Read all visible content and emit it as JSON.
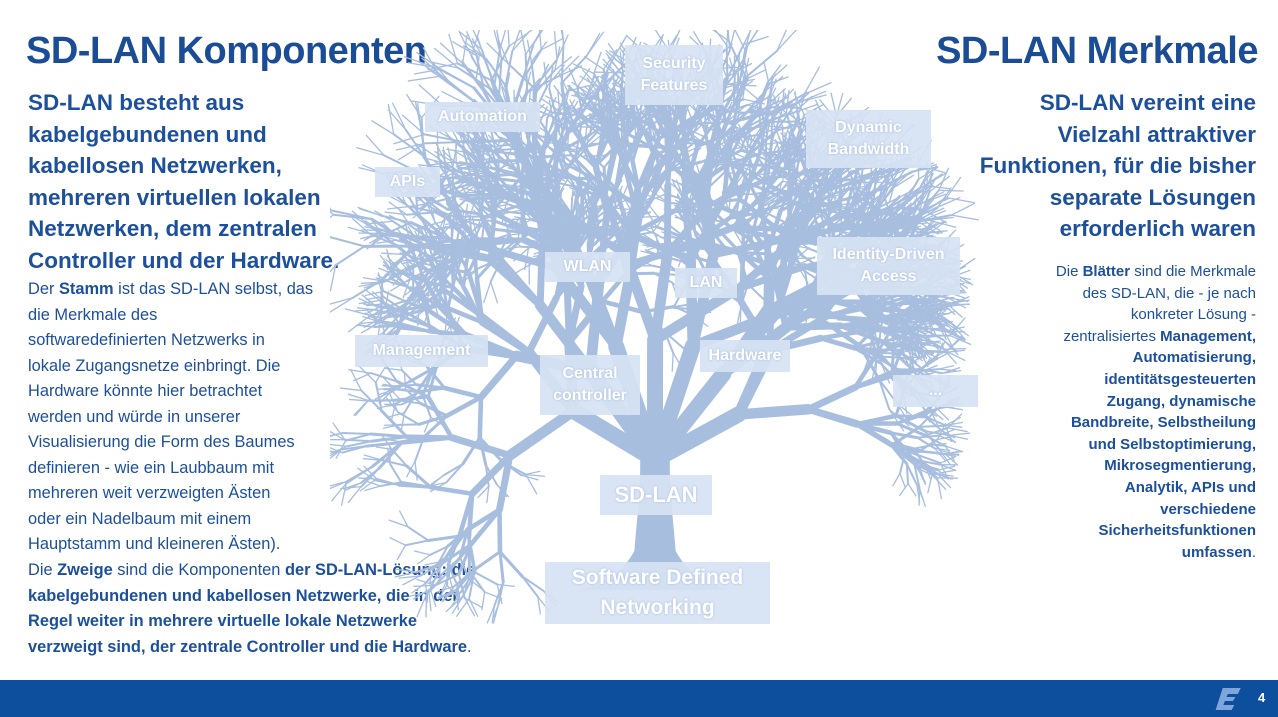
{
  "left": {
    "title": "SD-LAN Komponenten",
    "lead_lines": [
      "SD-LAN besteht aus",
      "kabelgebundenen und",
      "kabellosen Netzwerken,",
      "mehreren virtuellen lokalen",
      "Netzwerken, dem zentralen",
      "Controller und der Hardware."
    ],
    "para1_lines": [
      [
        {
          "t": "Der "
        },
        {
          "t": "Stamm",
          "b": true
        },
        {
          "t": " ist das SD-LAN selbst, das"
        }
      ],
      [
        {
          "t": "die Merkmale des"
        }
      ],
      [
        {
          "t": "softwaredefinierten  Netzwerks in"
        }
      ],
      [
        {
          "t": "lokale Zugangsnetze einbringt. Die"
        }
      ],
      [
        {
          "t": "Hardware könnte hier betrachtet"
        }
      ],
      [
        {
          "t": "werden und würde in unserer"
        }
      ],
      [
        {
          "t": "Visualisierung die Form des Baumes"
        }
      ],
      [
        {
          "t": "definieren - wie ein Laubbaum mit"
        }
      ],
      [
        {
          "t": "mehreren weit verzweigten Ästen"
        }
      ],
      [
        {
          "t": "oder ein Nadelbaum mit einem"
        }
      ],
      [
        {
          "t": "Hauptstamm und kleineren Ästen)."
        }
      ]
    ],
    "para2_lines": [
      [
        {
          "t": "Die "
        },
        {
          "t": "Zweige",
          "b": true
        },
        {
          "t": " sind die Komponenten "
        },
        {
          "t": "der SD-LAN-Lösung: die",
          "b": true
        }
      ],
      [
        {
          "t": "kabelgebundenen und kabellosen Netzwerke, die in der",
          "b": true
        }
      ],
      [
        {
          "t": "Regel weiter in mehrere virtuelle lokale Netzwerke",
          "b": true
        }
      ],
      [
        {
          "t": "verzweigt sind, der zentrale Controller und die Hardware",
          "b": true
        },
        {
          "t": "."
        }
      ]
    ]
  },
  "right": {
    "title": "SD-LAN Merkmale",
    "lead_lines": [
      "SD-LAN vereint eine",
      "Vielzahl attraktiver",
      "Funktionen, für die bisher",
      "separate Lösungen",
      "erforderlich waren"
    ],
    "para_lines": [
      [
        {
          "t": "Die "
        },
        {
          "t": "Blätter",
          "b": true
        },
        {
          "t": " sind die Merkmale"
        }
      ],
      [
        {
          "t": "des SD-LAN, die - je nach"
        }
      ],
      [
        {
          "t": "konkreter Lösung -"
        }
      ],
      [
        {
          "t": "zentralisiertes "
        },
        {
          "t": "Management,",
          "b": true
        }
      ],
      [
        {
          "t": "Automatisierung,",
          "b": true
        }
      ],
      [
        {
          "t": "identitätsgesteuerten",
          "b": true
        }
      ],
      [
        {
          "t": "Zugang, dynamische",
          "b": true
        }
      ],
      [
        {
          "t": "Bandbreite, Selbstheilung",
          "b": true
        }
      ],
      [
        {
          "t": "und Selbstoptimierung,",
          "b": true
        }
      ],
      [
        {
          "t": "Mikrosegmentierung,",
          "b": true
        }
      ],
      [
        {
          "t": "Analytik, APIs und",
          "b": true
        }
      ],
      [
        {
          "t": "verschiedene",
          "b": true
        }
      ],
      [
        {
          "t": "Sicherheitsfunktionen",
          "b": true
        }
      ],
      [
        {
          "t": "umfassen",
          "b": true
        },
        {
          "t": "."
        }
      ]
    ]
  },
  "tree": {
    "leaves": [
      "Security Features",
      "Automation",
      "Dynamic Bandwidth",
      "APIs",
      "WLAN",
      "LAN",
      "Identity-Driven Access",
      "Management",
      "Hardware",
      "Central controller",
      "..."
    ],
    "trunk_label": "SD-LAN",
    "root_label": "Software Defined Networking"
  },
  "footer": {
    "page_number": "4",
    "logo_letter": "e"
  },
  "colors": {
    "primary": "#1a4d96",
    "tree": "#a8bedf",
    "footer": "#0d4f9c"
  }
}
